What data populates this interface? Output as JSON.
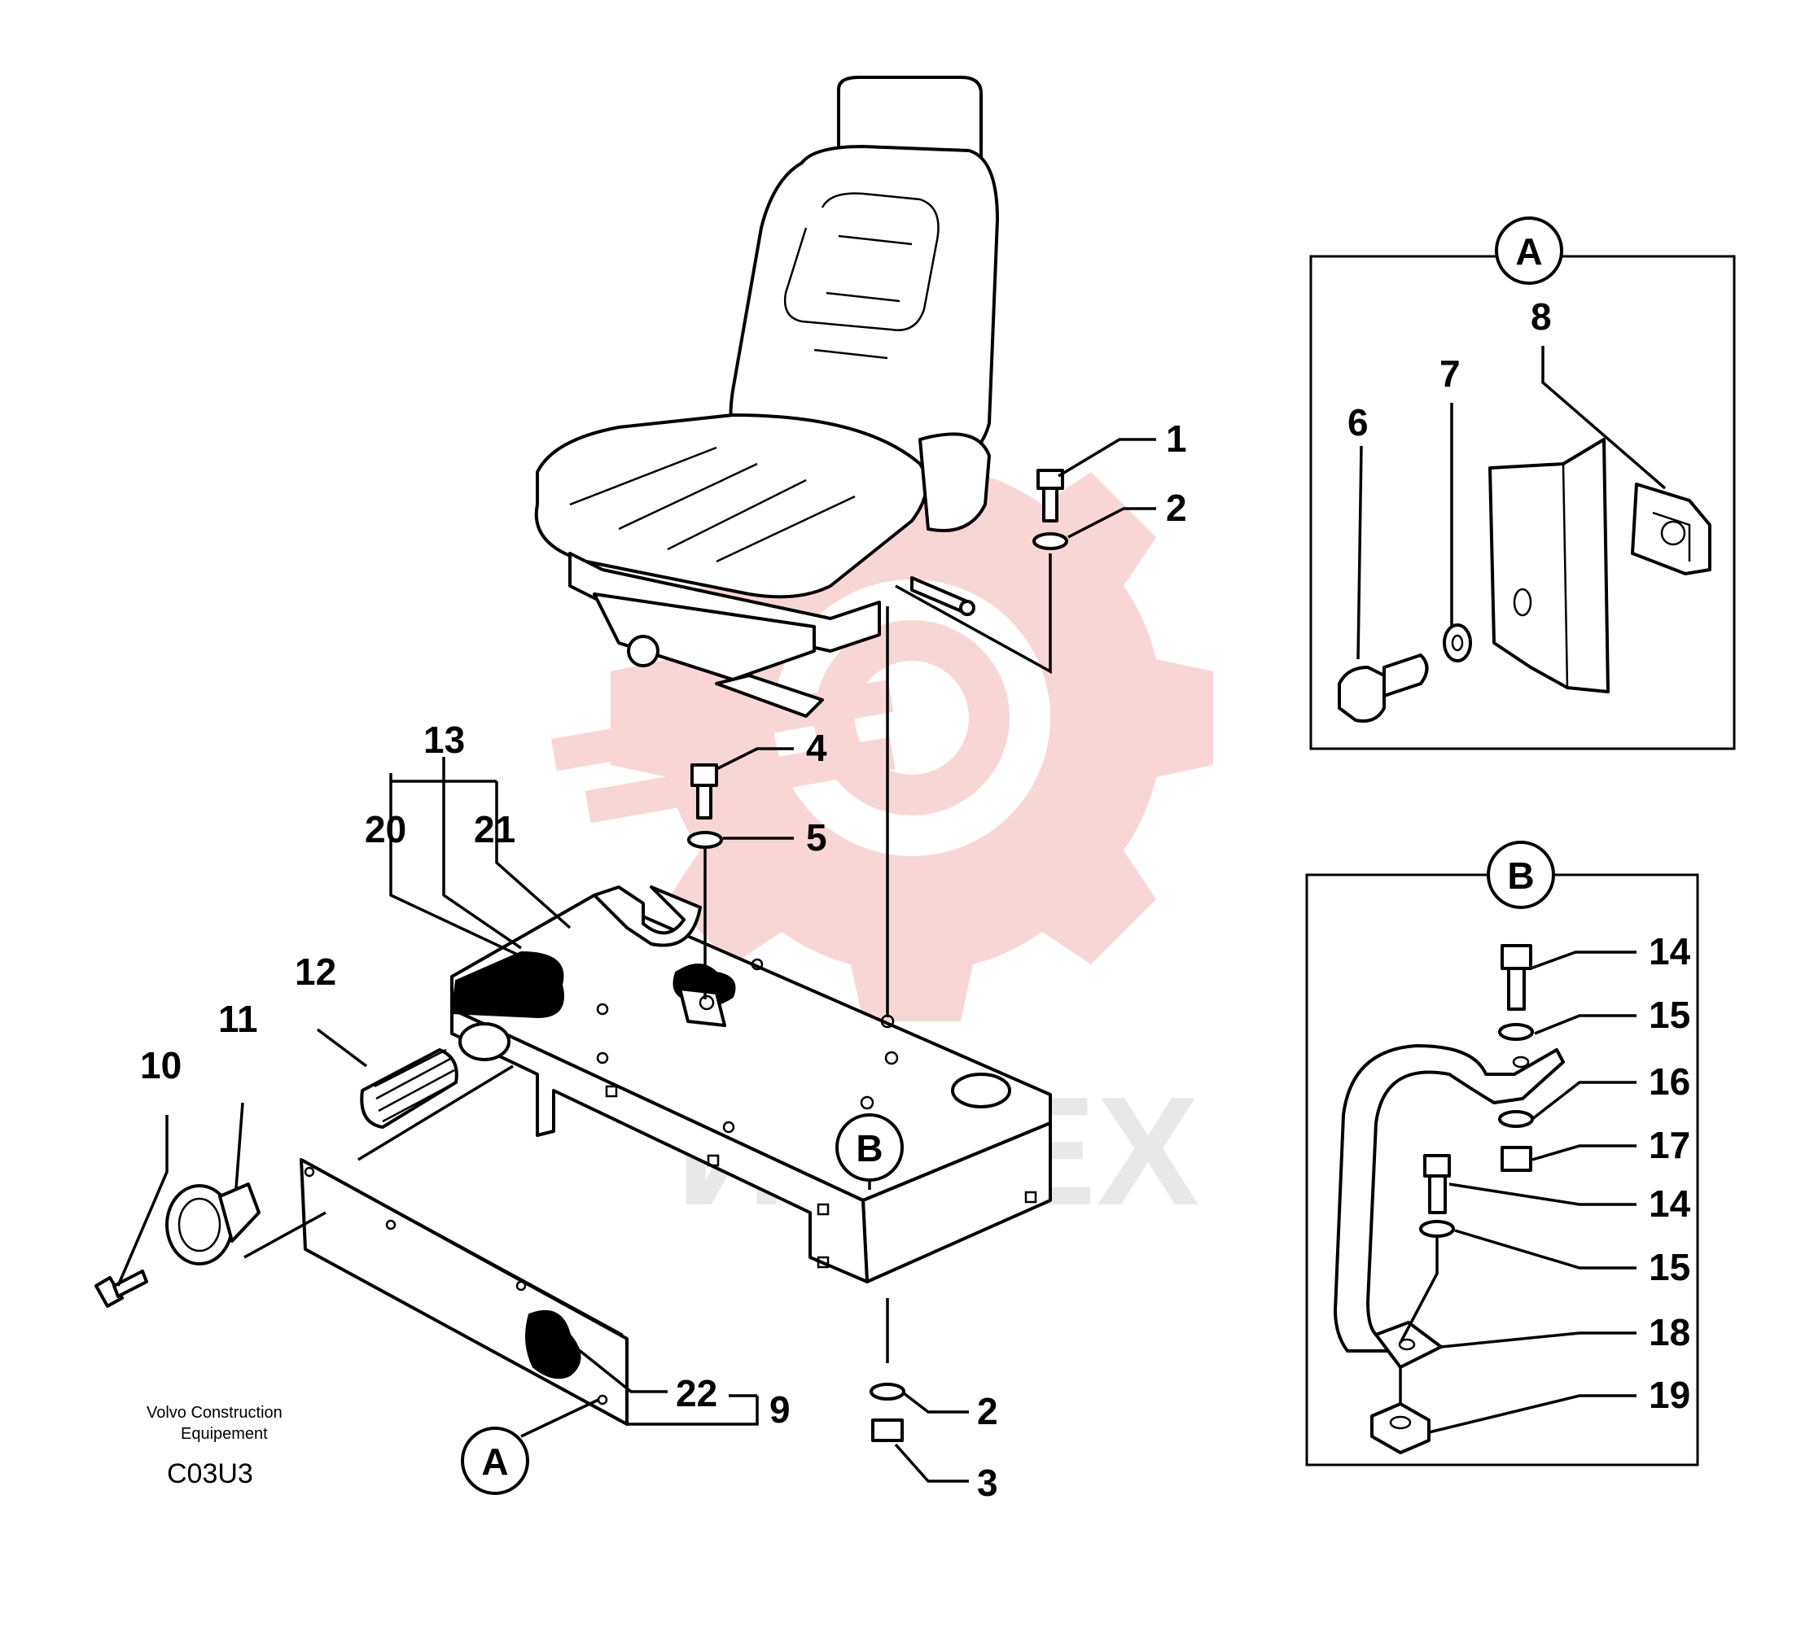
{
  "watermark": {
    "text": "ИНТЕХ",
    "gear_color": "#f26a6a",
    "text_color": "#d6d6d6"
  },
  "brand": {
    "line1": "Volvo Construction",
    "line2": "Equipement",
    "code": "C03U3"
  },
  "details": {
    "A": {
      "label": "A",
      "numbers": [
        "6",
        "7",
        "8"
      ]
    },
    "B": {
      "label": "B",
      "numbers": [
        "14",
        "15",
        "16",
        "17",
        "14",
        "15",
        "18",
        "19"
      ]
    }
  },
  "main_callouts": {
    "n1": "1",
    "n2a": "2",
    "n4": "4",
    "n5": "5",
    "n13": "13",
    "n20": "20",
    "n21": "21",
    "n12": "12",
    "n11": "11",
    "n10": "10",
    "n22": "22",
    "n9": "9",
    "n2b": "2",
    "n3": "3"
  },
  "refs": {
    "a_main": "A",
    "b_main": "B"
  }
}
